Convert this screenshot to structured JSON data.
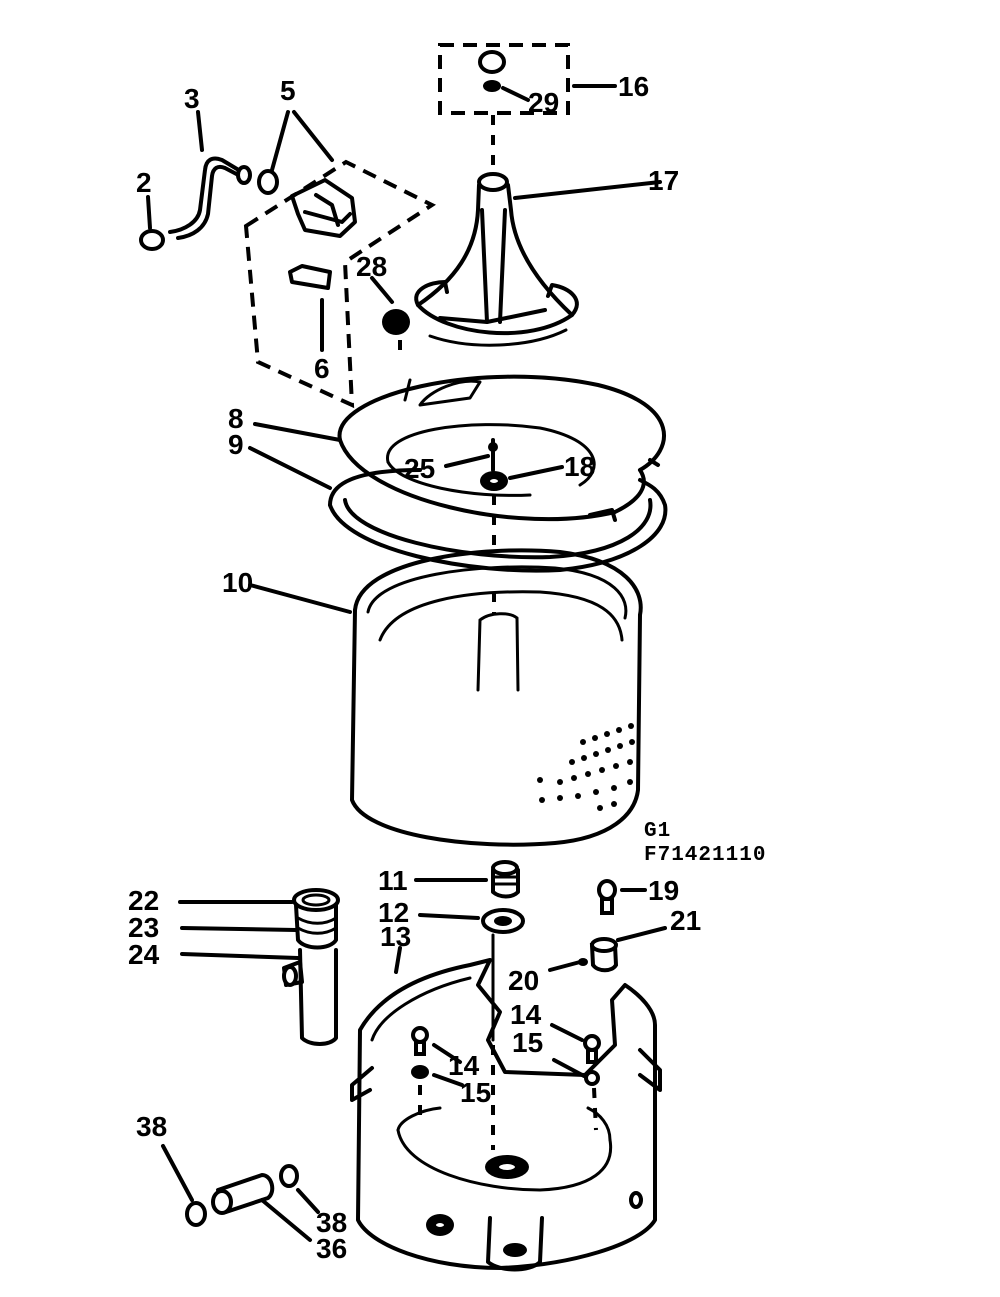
{
  "labels": {
    "l2": "2",
    "l3": "3",
    "l5": "5",
    "l6": "6",
    "l8": "8",
    "l9": "9",
    "l10": "10",
    "l11": "11",
    "l12": "12",
    "l13": "13",
    "l14a": "14",
    "l14b": "14",
    "l15a": "15",
    "l15b": "15",
    "l16": "16",
    "l17": "17",
    "l18": "18",
    "l19": "19",
    "l20": "20",
    "l21": "21",
    "l22": "22",
    "l23": "23",
    "l24": "24",
    "l25": "25",
    "l28": "28",
    "l29": "29",
    "l36": "36",
    "l38a": "38",
    "l38b": "38"
  },
  "drawing_code": {
    "line1": "G1",
    "line2": "F71421110"
  }
}
